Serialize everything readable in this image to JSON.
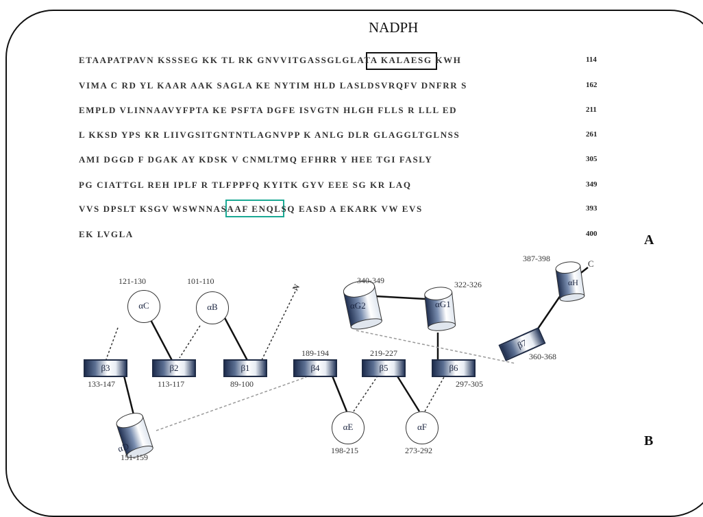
{
  "title": "NADPH",
  "sequence": [
    {
      "text": "ETAAPATPAVN KSSSEG KK TL RK GNVVITGASSGLGLATA KALAESG KWH",
      "end": "114"
    },
    {
      "text": "VIMA C RD YL KAAR AAK SAGLA KE NYTIM HLD LASLDSVRQFV DNFRR S",
      "end": "162"
    },
    {
      "text": "EMPLD VLINNAAVYFPTA KE PSFTA DGFE ISVGTN HLGH FLLS R LLL ED",
      "end": "211"
    },
    {
      "text": "L KKSD YPS KR LIIVGSITGNTNTLAGNVPP K ANLG DLR GLAGGLTGLNSS",
      "end": "261"
    },
    {
      "text": "AMI DGGD F DGAK AY KDSK V CNMLTMQ EFHRR Y HEE TGI FASLY",
      "end": "305"
    },
    {
      "text": "PG CIATTGL REH IPLF R TLFPPFQ KYITK GYV EEE SG KR LAQ",
      "end": "349"
    },
    {
      "text": "VVS DPSLT KSGV WSWNNASAAF ENQLSQ EASD A EKARK VW EVS",
      "end": "393"
    },
    {
      "text": "EK LVGLA",
      "end": "400"
    }
  ],
  "panel_labels": {
    "a": "A",
    "b": "B"
  },
  "strands": [
    {
      "label": "β3",
      "range": "133-147"
    },
    {
      "label": "β2",
      "range": "113-117"
    },
    {
      "label": "β1",
      "range": "89-100"
    },
    {
      "label": "β4",
      "range": "189-194"
    },
    {
      "label": "β5",
      "range": "219-227"
    },
    {
      "label": "β6",
      "range": "297-305"
    },
    {
      "label": "β7",
      "range": "360-368"
    }
  ],
  "helices": [
    {
      "label": "αC",
      "range": "121-130"
    },
    {
      "label": "αB",
      "range": "101-110"
    },
    {
      "label": "αD",
      "range": "151-159"
    },
    {
      "label": "αE",
      "range": "198-215"
    },
    {
      "label": "αF",
      "range": "273-292"
    },
    {
      "label": "αG2",
      "range": "340-349"
    },
    {
      "label": "αG1",
      "range": "322-326"
    },
    {
      "label": "αH",
      "range": "387-398"
    }
  ],
  "termini": {
    "n": "N",
    "c": "C"
  }
}
